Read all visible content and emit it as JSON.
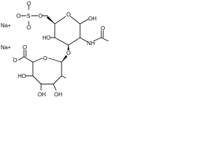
{
  "molecule": {
    "counterions": [
      "Na+",
      "Na+"
    ],
    "sulfate_group": [
      "O",
      "S",
      "O",
      "O",
      "O"
    ],
    "galnac_ring": {
      "ring_oxygen": "O",
      "anomeric_hydroxyl": "OH",
      "c4_hydroxyl": "HO",
      "amide_nitrogen": "NH",
      "acetyl_oxygen": "O"
    },
    "glycosidic_oxygen": "O",
    "glucuronate_ring": {
      "carboxylate_oxygens": [
        "O",
        "O"
      ],
      "ring_oxygen": "O",
      "hydroxyls": [
        "HO",
        "OH",
        "OH"
      ]
    }
  },
  "colors": {
    "bond": "#000000",
    "text": "#000000",
    "background": "#ffffff"
  }
}
